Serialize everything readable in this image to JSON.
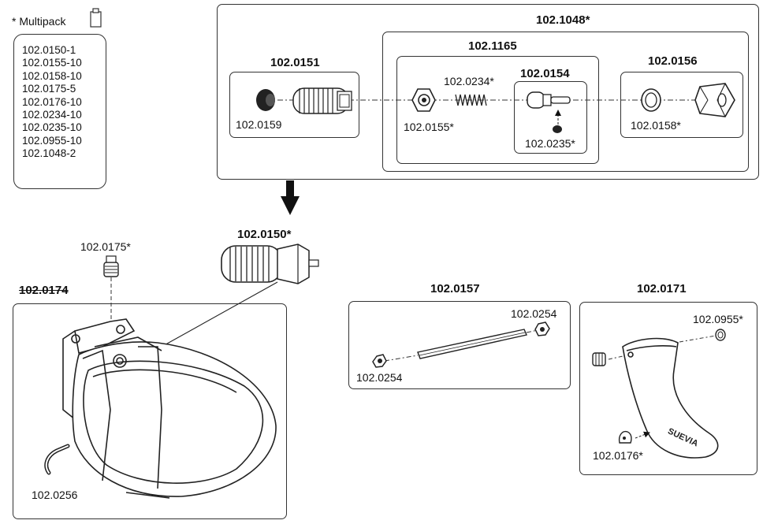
{
  "multipack": {
    "title": "* Multipack",
    "items": [
      "102.0150-1",
      "102.0155-10",
      "102.0158-10",
      "102.0175-5",
      "102.0176-10",
      "102.0234-10",
      "102.0235-10",
      "102.0955-10",
      "102.1048-2"
    ]
  },
  "assembly": {
    "main_label": "102.1048*",
    "sub_label": "102.1165",
    "group_0151": "102.0151",
    "group_0154": "102.0154",
    "group_0156": "102.0156",
    "parts": {
      "p0159": "102.0159",
      "p0155": "102.0155*",
      "p0234": "102.0234*",
      "p0235": "102.0235*",
      "p0158": "102.0158*"
    }
  },
  "valve": {
    "label": "102.0150*"
  },
  "bowl": {
    "label": "102.0174",
    "part_0175": "102.0175*",
    "part_0256": "102.0256"
  },
  "rod": {
    "label": "102.0157",
    "nut_right": "102.0254",
    "nut_left": "102.0254"
  },
  "paddle": {
    "label": "102.0171",
    "part_0955": "102.0955*",
    "part_0176": "102.0176*",
    "brand": "SUEVIA"
  }
}
